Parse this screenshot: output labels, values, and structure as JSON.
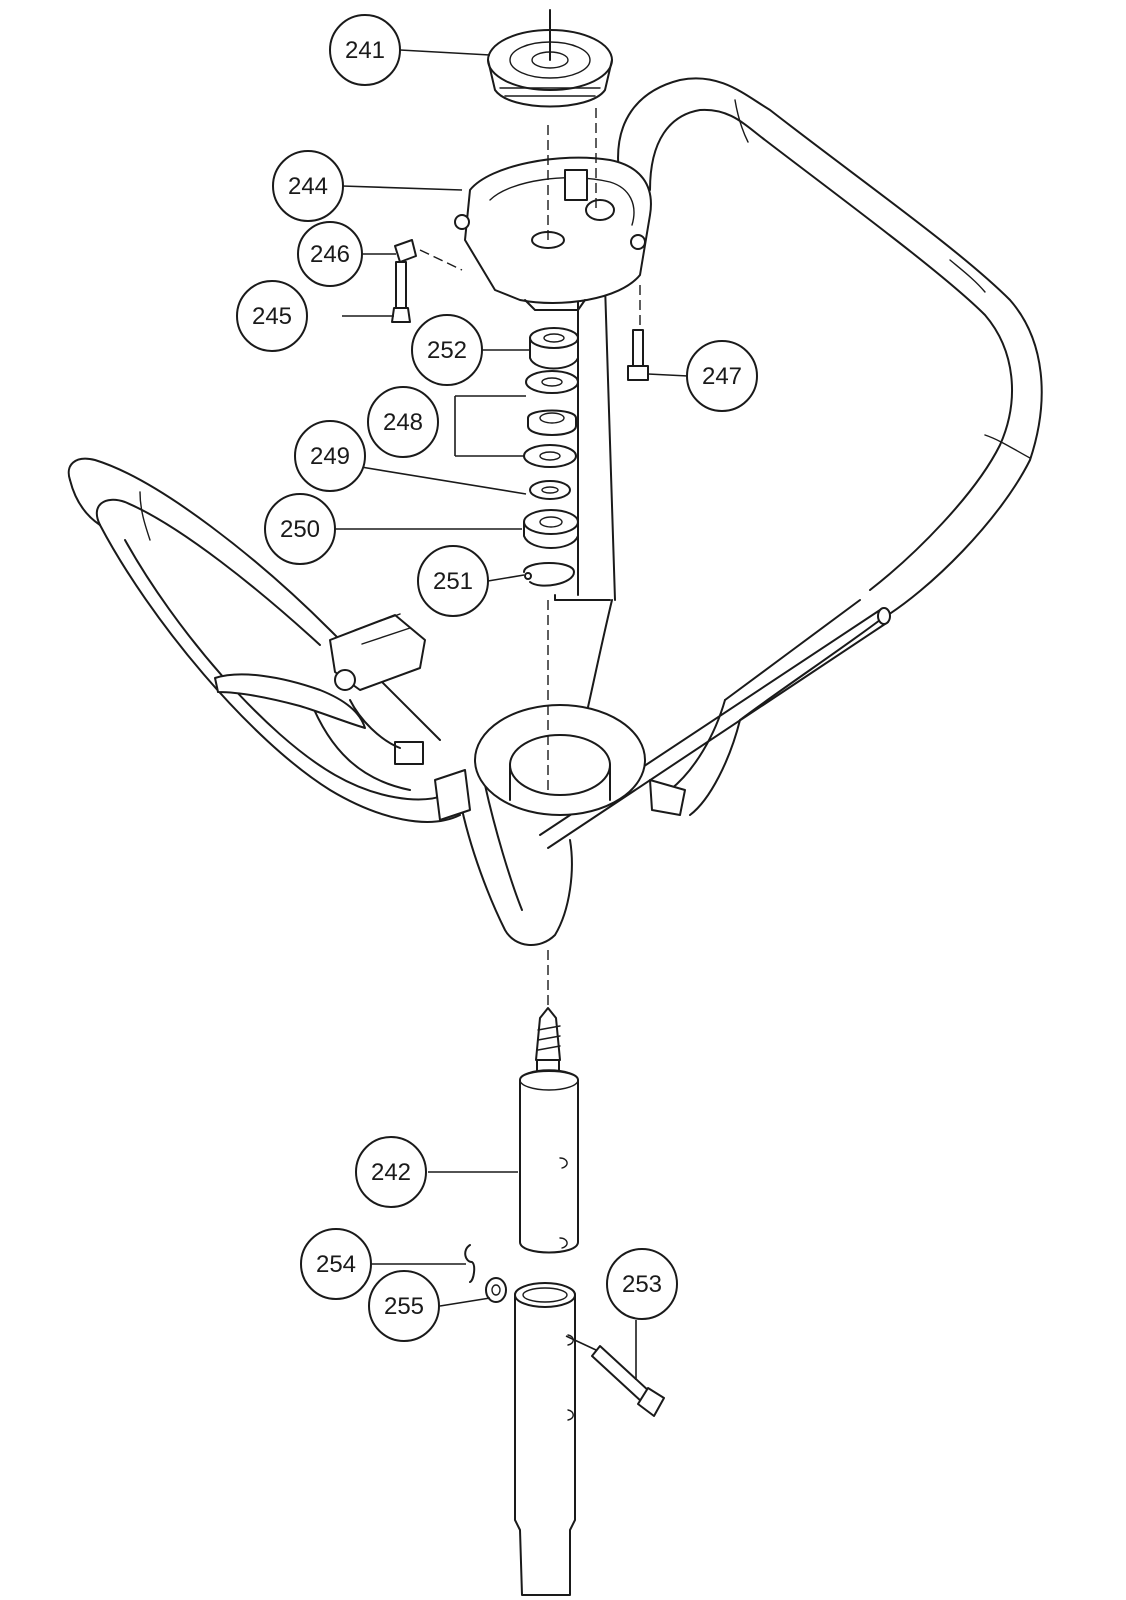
{
  "callouts": [
    {
      "id": "241",
      "label": "241"
    },
    {
      "id": "244",
      "label": "244"
    },
    {
      "id": "246",
      "label": "246"
    },
    {
      "id": "245",
      "label": "245"
    },
    {
      "id": "252",
      "label": "252"
    },
    {
      "id": "247",
      "label": "247"
    },
    {
      "id": "248",
      "label": "248"
    },
    {
      "id": "249",
      "label": "249"
    },
    {
      "id": "250",
      "label": "250"
    },
    {
      "id": "251",
      "label": "251"
    },
    {
      "id": "242",
      "label": "242"
    },
    {
      "id": "254",
      "label": "254"
    },
    {
      "id": "255",
      "label": "255"
    },
    {
      "id": "253",
      "label": "253"
    }
  ]
}
